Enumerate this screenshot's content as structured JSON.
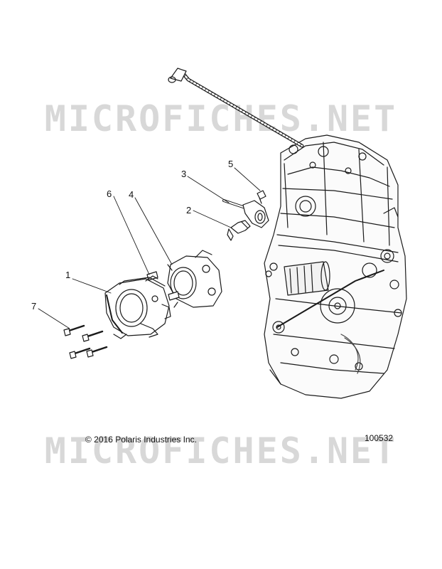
{
  "watermark": "MICROFICHES.NET",
  "callouts": [
    "1",
    "2",
    "3",
    "4",
    "5",
    "6",
    "7"
  ],
  "copyright": "© 2016 Polaris Industries Inc.",
  "figure_number": "100532"
}
